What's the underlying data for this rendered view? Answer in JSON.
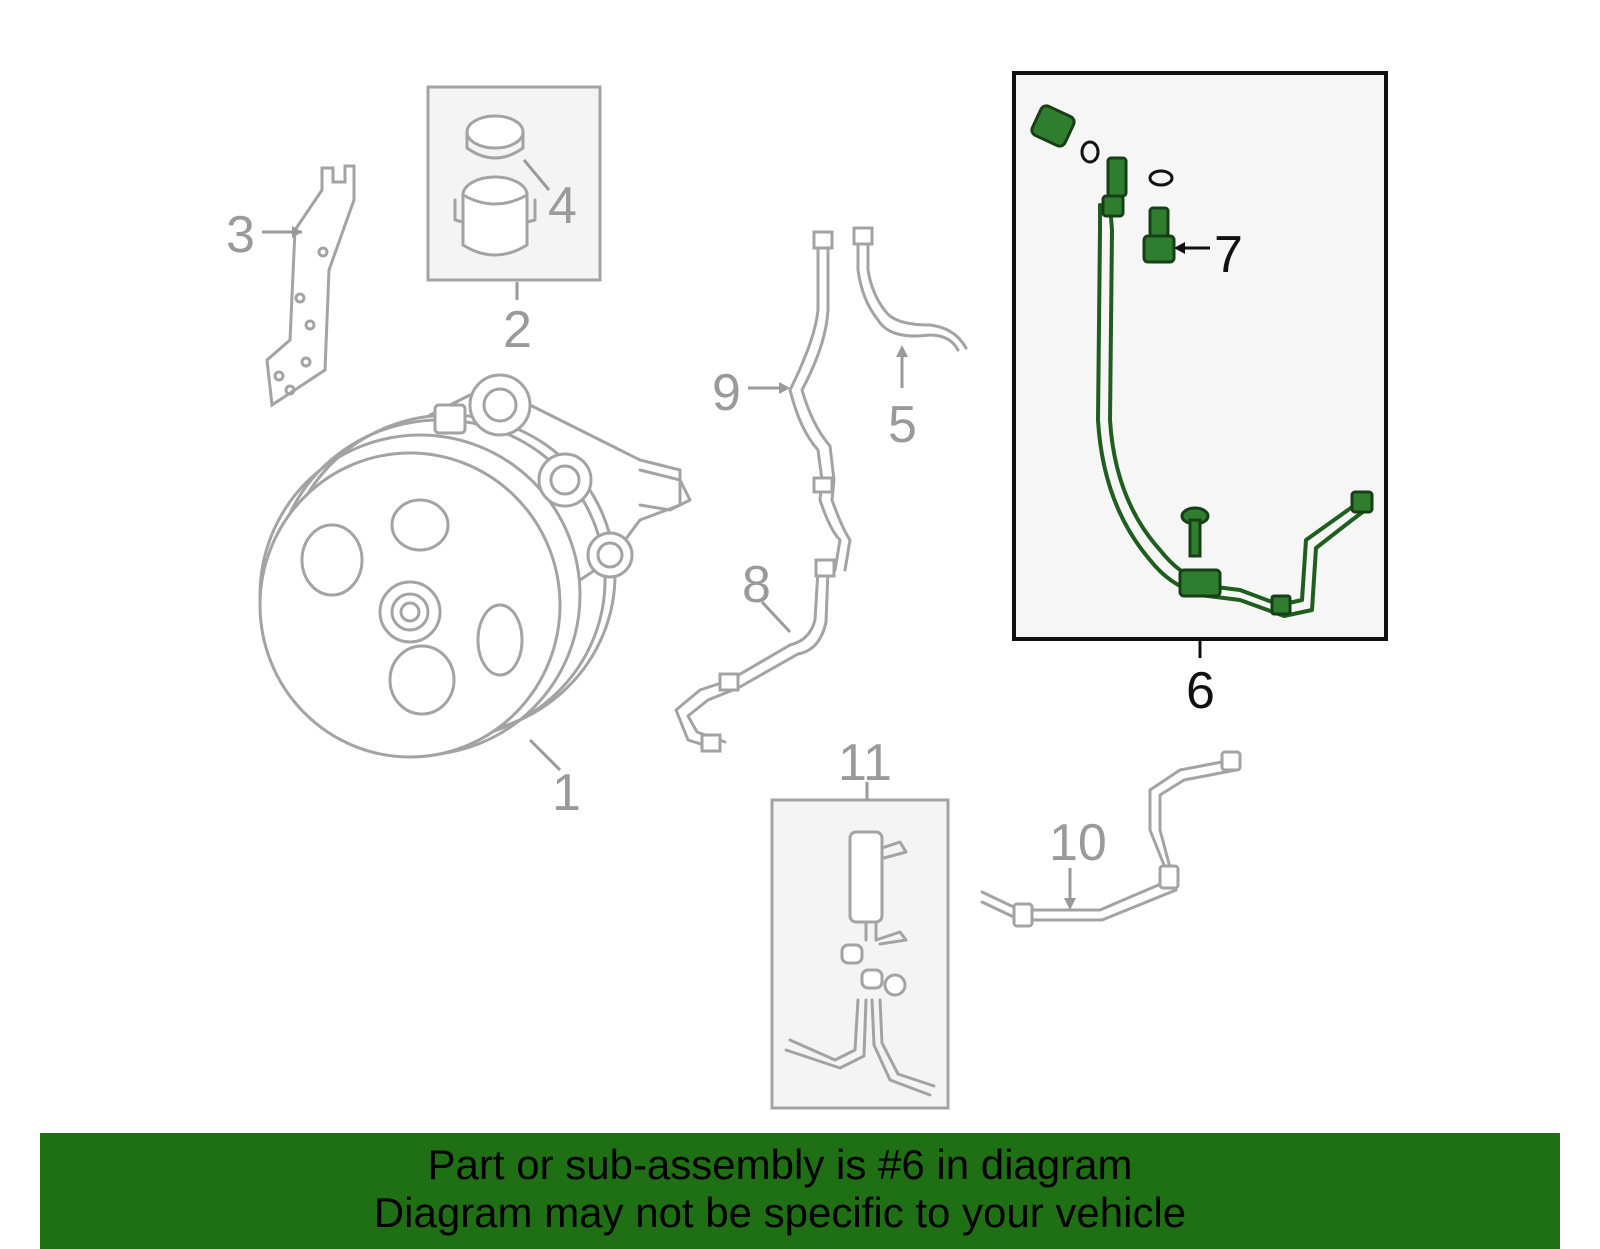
{
  "diagram": {
    "callouts": [
      "1",
      "2",
      "3",
      "4",
      "5",
      "6",
      "7",
      "8",
      "9",
      "10",
      "11"
    ],
    "highlighted_part": "6",
    "colors": {
      "part_gray": "#a3a3a3",
      "highlight_green": "#2f7d2f",
      "banner_green": "#1f6f14"
    }
  },
  "banner": {
    "line1": "Part or sub-assembly is #6 in diagram",
    "line2": "Diagram may not be specific to your vehicle"
  }
}
